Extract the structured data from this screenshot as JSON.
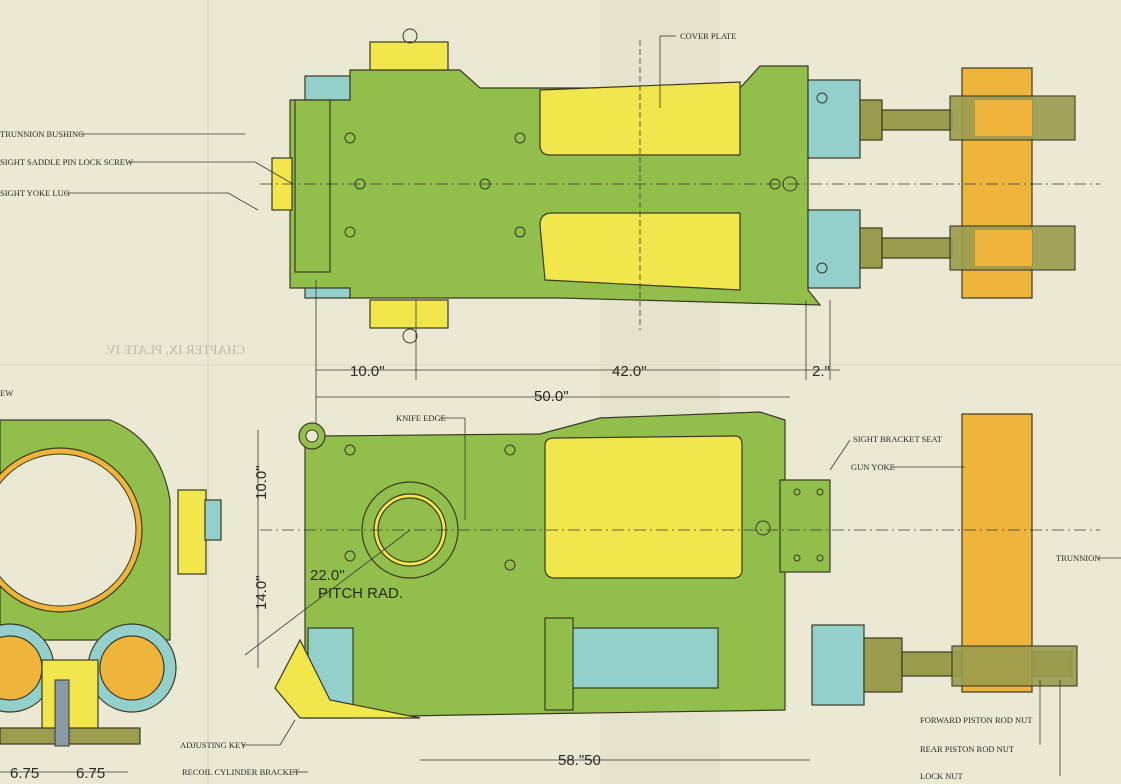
{
  "plate": {
    "chapter_mirror_text": "CHAPTER IX, PLATE IV."
  },
  "labels": {
    "cover_plate": "COVER PLATE",
    "trunnion_bushing": "TRUNNION BUSHING",
    "sight_saddle_pin_lock_screw": "SIGHT SADDLE PIN LOCK SCREW",
    "sight_yoke_lug": "SIGHT YOKE LUG",
    "view_partial": "EW",
    "knife_edge": "KNIFE EDGE",
    "sight_bracket_seat": "SIGHT BRACKET SEAT",
    "gun_yoke": "GUN YOKE",
    "trunnion": "TRUNNION",
    "forward_piston_rod_nut": "FORWARD PISTON ROD NUT",
    "rear_piston_rod_nut": "REAR PISTON ROD NUT",
    "lock_nut": "LOCK NUT",
    "adjusting_key": "ADJUSTING KEY",
    "recoil_cylinder_bracket": "RECOIL CYLINDER BRACKET"
  },
  "dimensions": {
    "d10_top": "10.0\"",
    "d42": "42.0\"",
    "d2": "2.\"",
    "d50": "50.0\"",
    "d10_vert": "10.0\"",
    "d14_vert": "14.0\"",
    "pitch": "22.0\"",
    "pitch_rad": "PITCH RAD.",
    "d58": "58.\"50",
    "d675_a": "6.75",
    "d675_b": "6.75"
  },
  "colors": {
    "paper": "#ebe8d4",
    "green": "#92bf4c",
    "yellow": "#f1e64c",
    "blue": "#93cfcb",
    "orange": "#efb43c"
  }
}
